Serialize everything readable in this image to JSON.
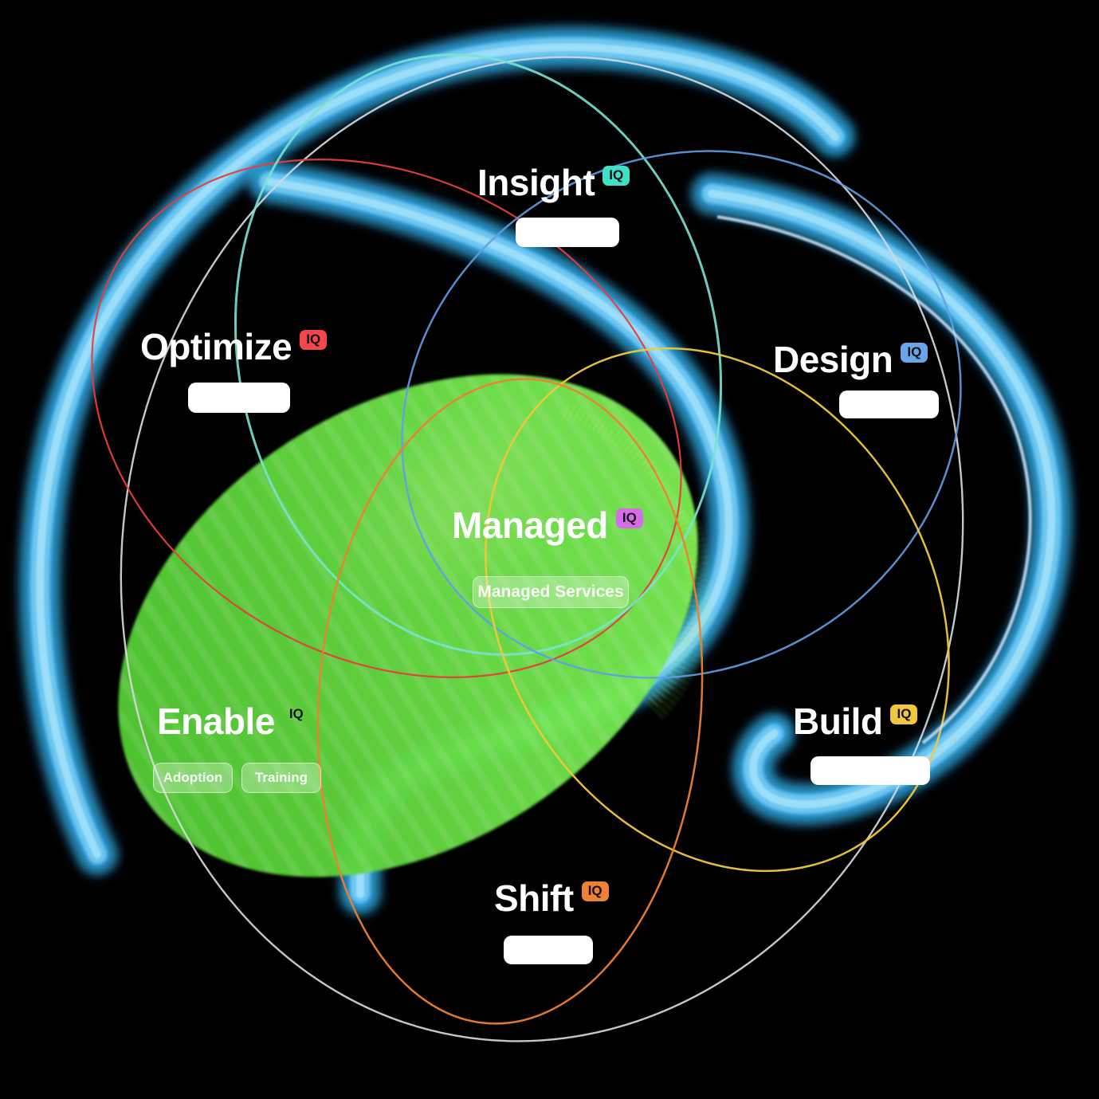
{
  "canvas": {
    "background": "#000000"
  },
  "nodes": [
    {
      "id": "insight",
      "label": "Insight",
      "badge": {
        "text": "IQ",
        "bg": "#3fe0c6",
        "fg": "#101010"
      },
      "pills": [
        {
          "text": ""
        }
      ]
    },
    {
      "id": "optimize",
      "label": "Optimize",
      "badge": {
        "text": "IQ",
        "bg": "#f4464d",
        "fg": "#101010"
      },
      "pills": [
        {
          "text": ""
        }
      ]
    },
    {
      "id": "design",
      "label": "Design",
      "badge": {
        "text": "IQ",
        "bg": "#6aa5ea",
        "fg": "#101010"
      },
      "pills": [
        {
          "text": ""
        }
      ]
    },
    {
      "id": "managed",
      "label": "Managed",
      "badge": {
        "text": "IQ",
        "bg": "#d76ce8",
        "fg": "#101010"
      },
      "pills": [
        {
          "text": "Managed Services"
        }
      ]
    },
    {
      "id": "enable",
      "label": "Enable",
      "badge": {
        "text": "IQ",
        "bg": "transparent",
        "fg": "#0c0c0c"
      },
      "pills": [
        {
          "text": "Adoption"
        },
        {
          "text": "Training"
        }
      ]
    },
    {
      "id": "build",
      "label": "Build",
      "badge": {
        "text": "IQ",
        "bg": "#f1c73e",
        "fg": "#101010"
      },
      "pills": [
        {
          "text": ""
        }
      ]
    },
    {
      "id": "shift",
      "label": "Shift",
      "badge": {
        "text": "IQ",
        "bg": "#ef8038",
        "fg": "#101010"
      },
      "pills": [
        {
          "text": ""
        }
      ]
    }
  ],
  "palette": {
    "spray_blue": "#36a9ee",
    "spray_cyan": "#22dff2",
    "green_fill": "#5fd83f",
    "outline_white": "#d5d8da",
    "outline_red": "#e63e3a",
    "outline_teal": "#79e3cf",
    "outline_blue": "#5f9fe6",
    "outline_yellow": "#f3c839",
    "outline_orange": "#ee7f2f",
    "pale_blue_line": "#cfe9ff",
    "text": "#ffffff"
  }
}
